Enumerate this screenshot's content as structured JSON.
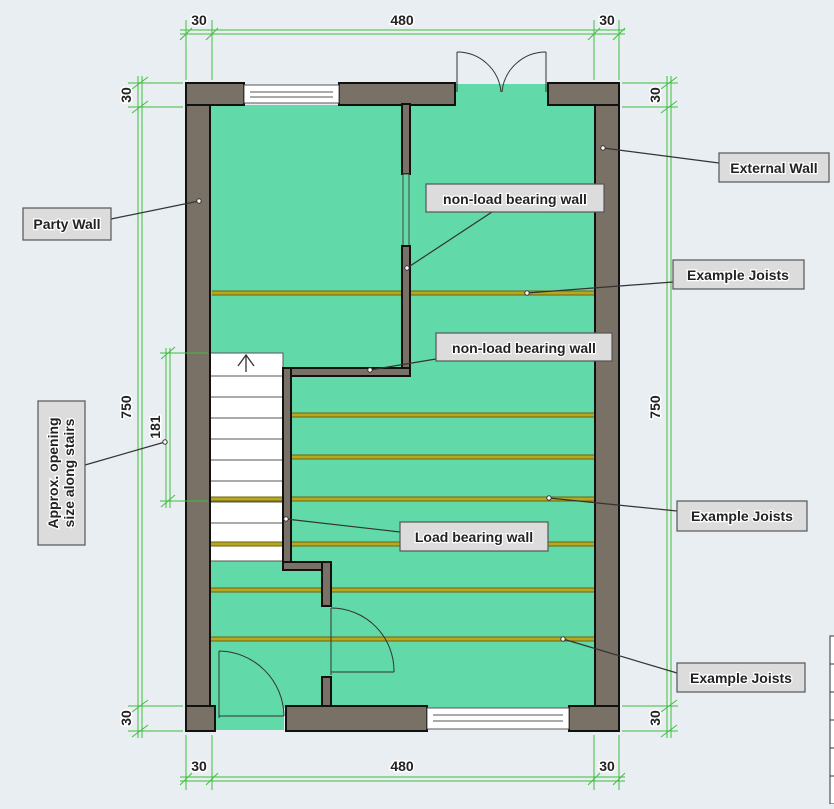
{
  "dimensions": {
    "top_left": "30",
    "top_mid": "480",
    "top_right": "30",
    "bottom_left": "30",
    "bottom_mid": "480",
    "bottom_right": "30",
    "left_top": "30",
    "left_height": "750",
    "left_bottom": "30",
    "right_top": "30",
    "right_height": "750",
    "right_bottom": "30",
    "stair_opening": "181"
  },
  "labels": {
    "external_wall": "External Wall",
    "party_wall": "Party Wall",
    "non_load_bearing_1": "non-load bearing wall",
    "non_load_bearing_2": "non-load bearing wall",
    "joists_1": "Example Joists",
    "joists_2": "Example Joists",
    "joists_3": "Example Joists",
    "load_bearing": "Load bearing wall",
    "stair_opening_line1": "Approx. opening",
    "stair_opening_line2": "size along stairs"
  },
  "colors": {
    "floor": "#62d9a8",
    "wall": "#7a7166",
    "joist": "#b8a81e",
    "dimension": "#3fbf3f",
    "background": "#e8eef2"
  }
}
